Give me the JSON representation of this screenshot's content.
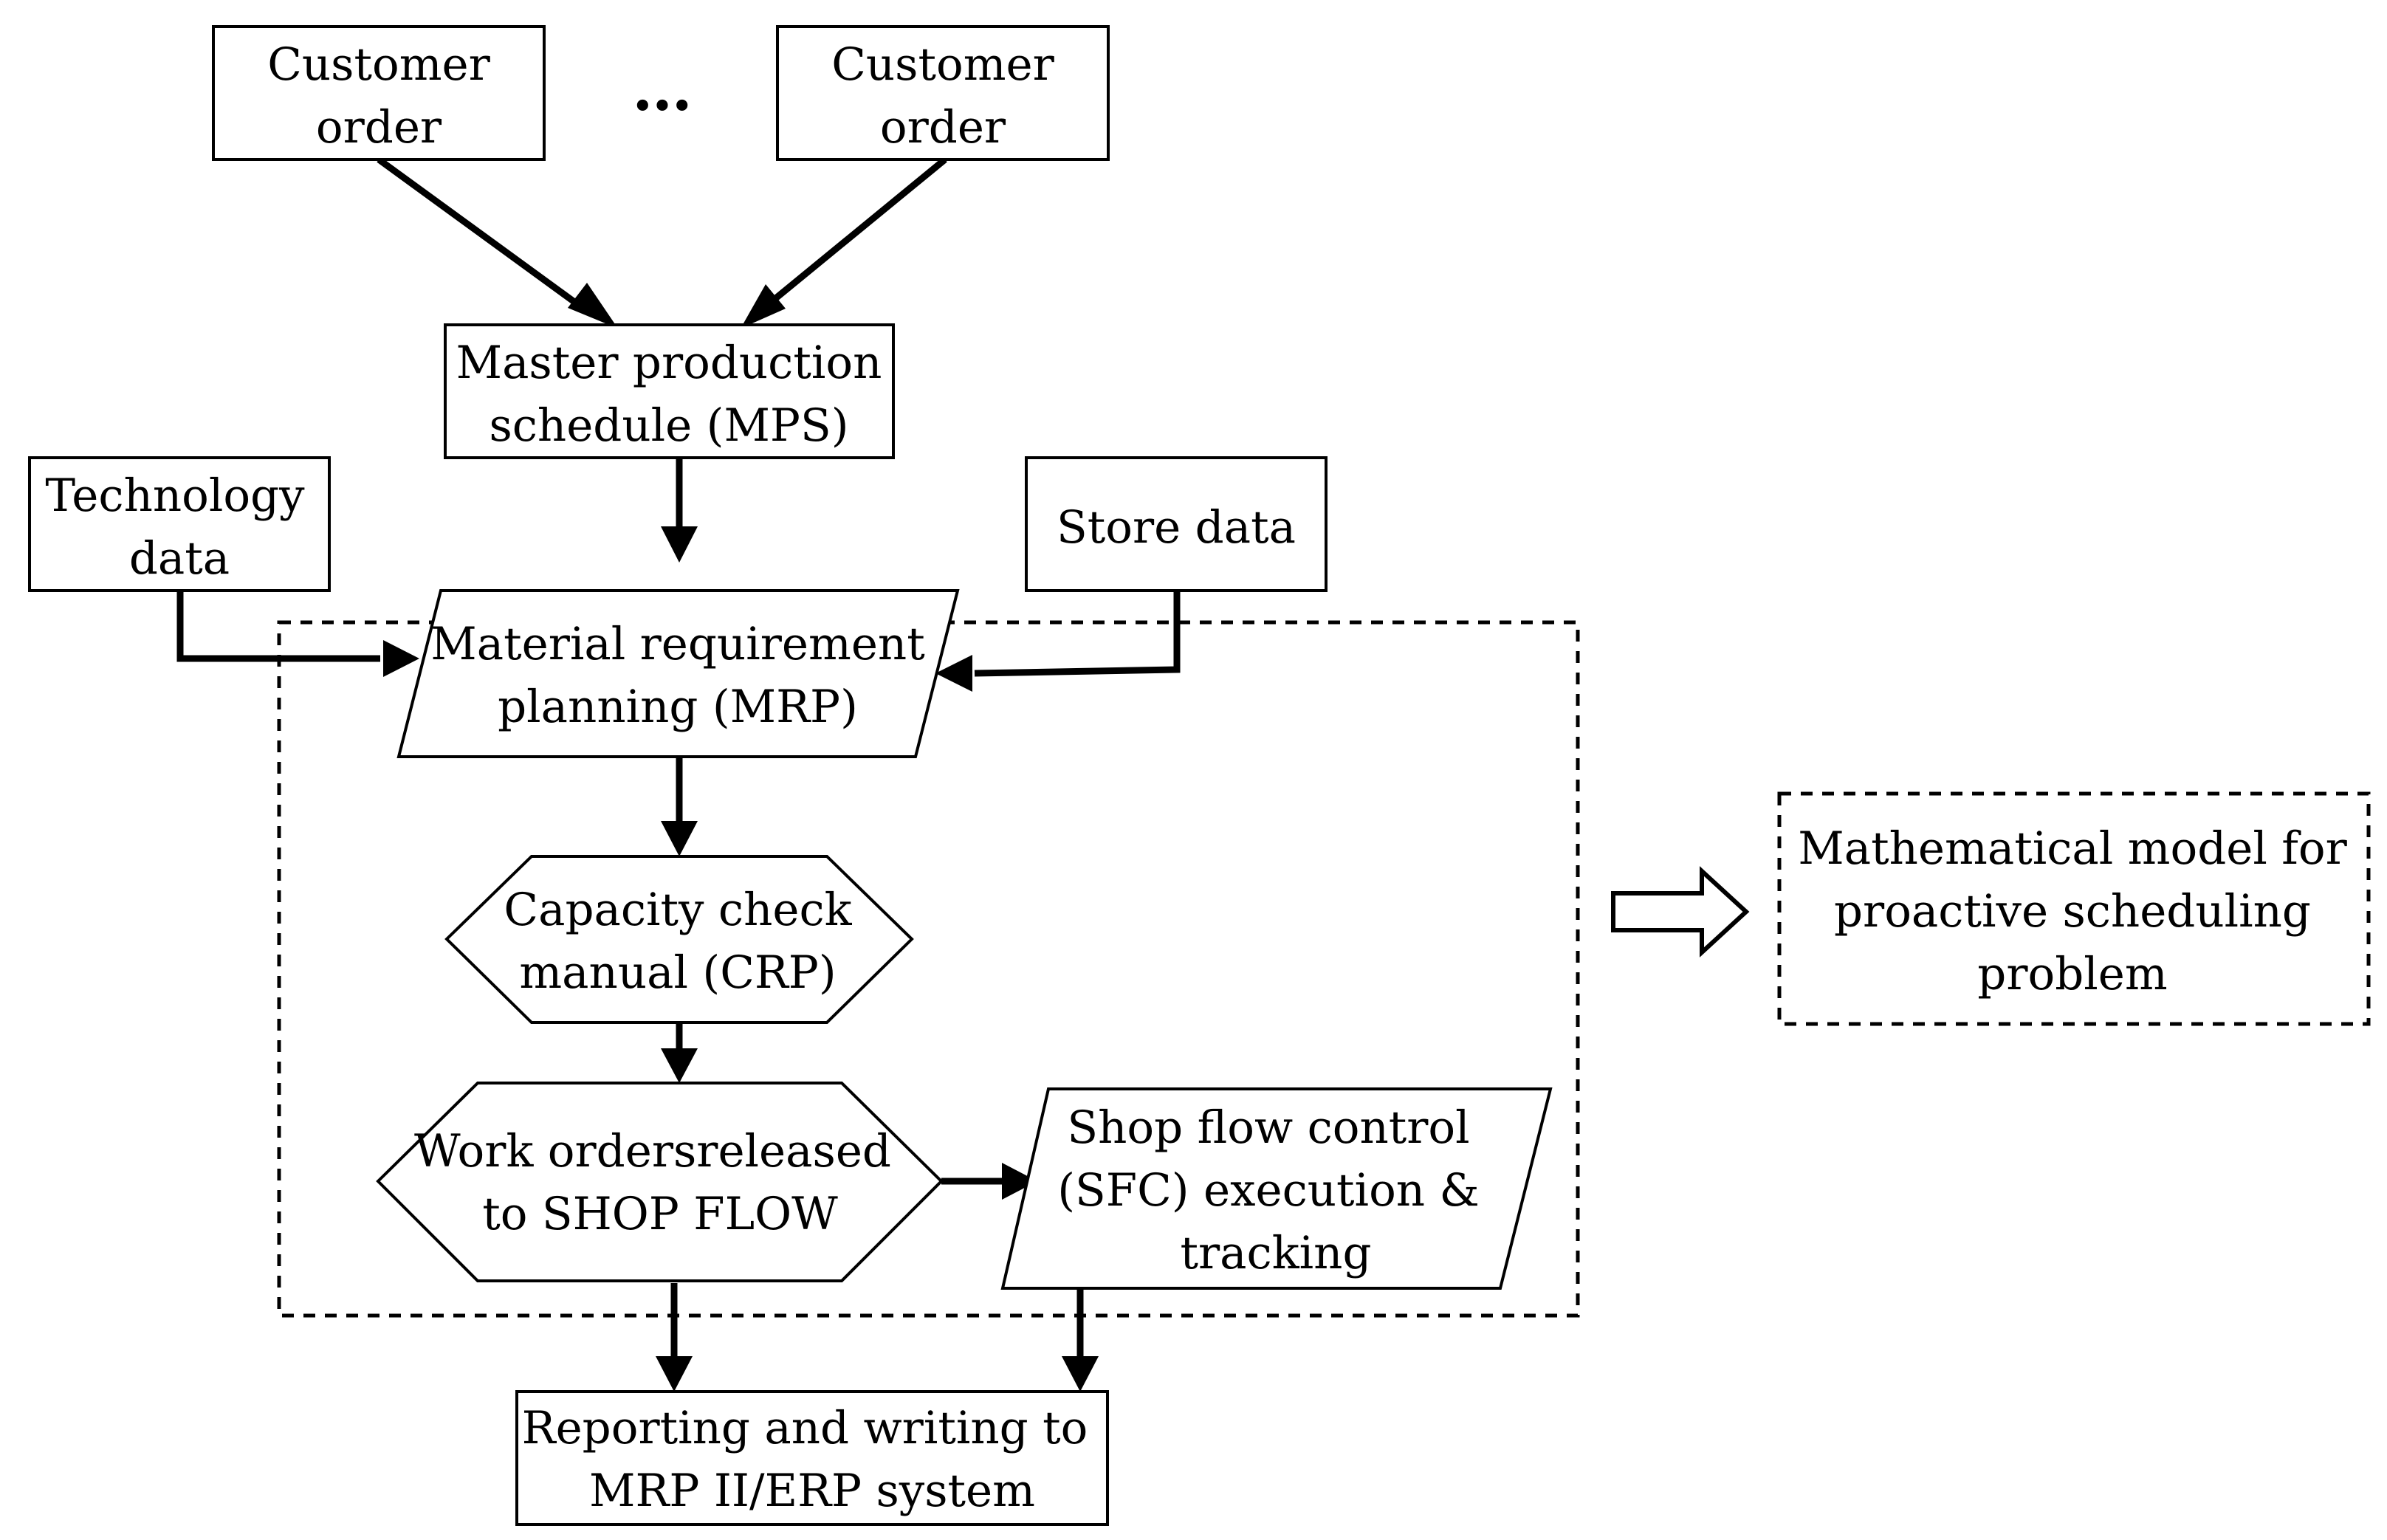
{
  "nodes": {
    "customer_order_1": {
      "line1": "Customer",
      "line2": "order"
    },
    "ellipsis": "•••",
    "customer_order_2": {
      "line1": "Customer",
      "line2": "order"
    },
    "mps": {
      "line1": "Master production",
      "line2": "schedule (MPS)"
    },
    "technology_data": {
      "line1": "Technology",
      "line2": "data"
    },
    "store_data": {
      "line1": "Store data"
    },
    "mrp": {
      "line1": "Material requirement",
      "line2": "planning (MRP)"
    },
    "crp": {
      "line1": "Capacity check",
      "line2": "manual (CRP)"
    },
    "work_orders": {
      "line1": "Work ordersreleased",
      "line2": "to SHOP FLOW"
    },
    "sfc": {
      "line1": "Shop flow control",
      "line2": "(SFC) execution &",
      "line3": "tracking"
    },
    "reporting": {
      "line1": "Reporting and writing to",
      "line2": "MRP II/ERP system"
    },
    "math_model": {
      "line1": "Mathematical model for",
      "line2": "proactive scheduling",
      "line3": "problem"
    }
  },
  "edges": [
    {
      "from": "customer_order_1",
      "to": "mps"
    },
    {
      "from": "customer_order_2",
      "to": "mps"
    },
    {
      "from": "mps",
      "to": "mrp"
    },
    {
      "from": "technology_data",
      "to": "mrp"
    },
    {
      "from": "store_data",
      "to": "mrp"
    },
    {
      "from": "mrp",
      "to": "crp"
    },
    {
      "from": "crp",
      "to": "work_orders"
    },
    {
      "from": "work_orders",
      "to": "sfc"
    },
    {
      "from": "work_orders",
      "to": "reporting"
    },
    {
      "from": "sfc",
      "to": "reporting"
    },
    {
      "from": "dashed_group",
      "to": "math_model",
      "style": "hollow-arrow"
    }
  ],
  "colors": {
    "stroke": "#000000",
    "fill": "#ffffff",
    "text": "#000000"
  }
}
